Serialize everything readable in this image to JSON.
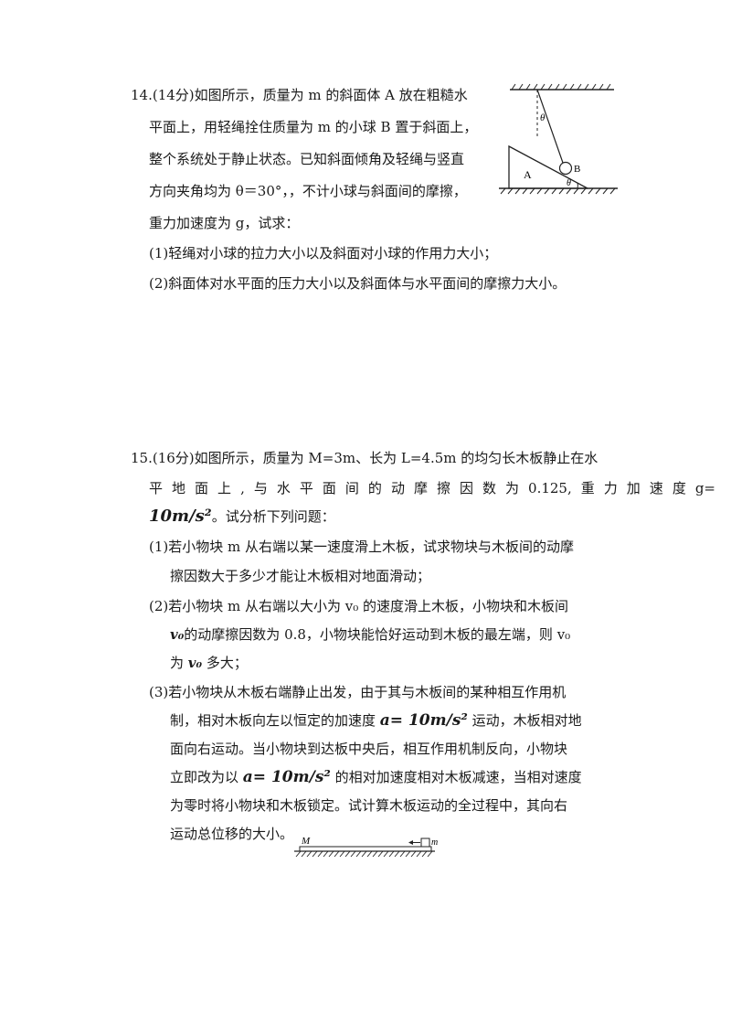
{
  "q14": {
    "lines": [
      "14.(14分)如图所示，质量为 m 的斜面体 A 放在粗糙水",
      "平面上，用轻绳拴住质量为 m 的小球 B 置于斜面上，",
      "整个系统处于静止状态。已知斜面倾角及轻绳与竖直",
      "方向夹角均为 θ＝30°，，不计小球与斜面间的摩擦，",
      "重力加速度为 g，试求：",
      "(1)轻绳对小球的拉力大小以及斜面对小球的作用力大小；",
      "(2)斜面体对水平面的压力大小以及斜面体与水平面间的摩擦力大小。"
    ],
    "figure": {
      "theta_top": "θ",
      "ball_label": "B",
      "block_label": "A",
      "theta_bottom": "θ"
    }
  },
  "q15": {
    "line1": "15.(16分)如图所示，质量为 M=3m、长为 L=4.5m 的均匀长木板静止在水",
    "line2_chars": [
      "平",
      "地",
      "面",
      "上",
      ",",
      "与",
      "水",
      "平",
      "面",
      "间",
      "的",
      "动",
      "摩",
      "擦",
      "因",
      "数",
      "为",
      "0.125,",
      "重",
      "力",
      "加",
      "速",
      "度",
      "g="
    ],
    "line3_bold": "10m/s²",
    "line3_rest": "。试分析下列问题：",
    "p1_line1": "(1)若小物块 m 从右端以某一速度滑上木板，试求物块与木板间的动摩",
    "p1_line2": "擦因数大于多少才能让木板相对地面滑动；",
    "p2_line1": "(2)若小物块 m 从右端以大小为 v₀ 的速度滑上木板，小物块和木板间",
    "p2_line2_bold": "v₀",
    "p2_line2_rest": "的动摩擦因数为 0.8，小物块能恰好运动到木板的最左端，则 v₀",
    "p2_line3_pre": "为 ",
    "p2_line3_bold": "v₀",
    "p2_line3_rest": " 多大；",
    "p3_line1": "(3)若小物块从木板右端静止出发，由于其与木板间的某种相互作用机",
    "p3_line2_pre": "制，相对木板向左以恒定的加速度 ",
    "p3_line2_bold": "a= 10m/s²",
    "p3_line2_rest": " 运动，木板相对地",
    "p3_line3": "面向右运动。当小物块到达板中央后，相互作用机制反向，小物块",
    "p3_line4_pre": "立即改为以 ",
    "p3_line4_bold": "a= 10m/s²",
    "p3_line4_rest": " 的相对加速度相对木板减速，当相对速度",
    "p3_line5": "为零时将小物块和木板锁定。试计算木板运动的全过程中，其向右",
    "p3_line6": "运动总位移的大小。",
    "figure": {
      "board_label": "M",
      "block_label": "m"
    }
  }
}
